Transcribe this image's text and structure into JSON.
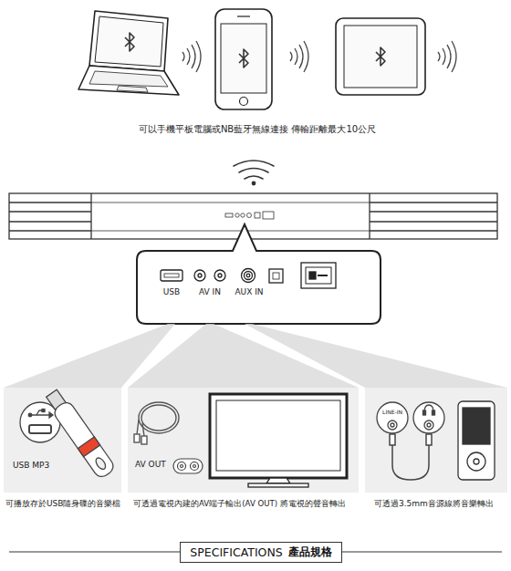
{
  "diagram": {
    "nodes": [
      {
        "text": [
          "USB",
          "AV IN",
          "AUX IN"
        ]
      },
      {
        "text": [
          "USB MP3"
        ]
      },
      {
        "text": [
          "AV OUT"
        ]
      },
      {
        "text": [
          "LINE-IN"
        ]
      },
      {
        "text": [
          "SPECIFICATIONS",
          "產品規格"
        ]
      }
    ],
    "edges": [
      {
        "from": 0,
        "to": 1,
        "arrow": "none"
      },
      {
        "from": 0,
        "to": 2,
        "arrow": "none"
      },
      {
        "from": 0,
        "to": 3,
        "arrow": "none"
      }
    ],
    "labels": [
      "可以手機平板電腦或NB藍牙無線連接 傳輸距離最大10公尺",
      "可播放存於USB隨身碟的音樂檔",
      "可透過電視內建的AV端子輸出(AV OUT) 將電視的聲音轉出",
      "可透過3.5mm音源線將音樂轉出"
    ]
  }
}
